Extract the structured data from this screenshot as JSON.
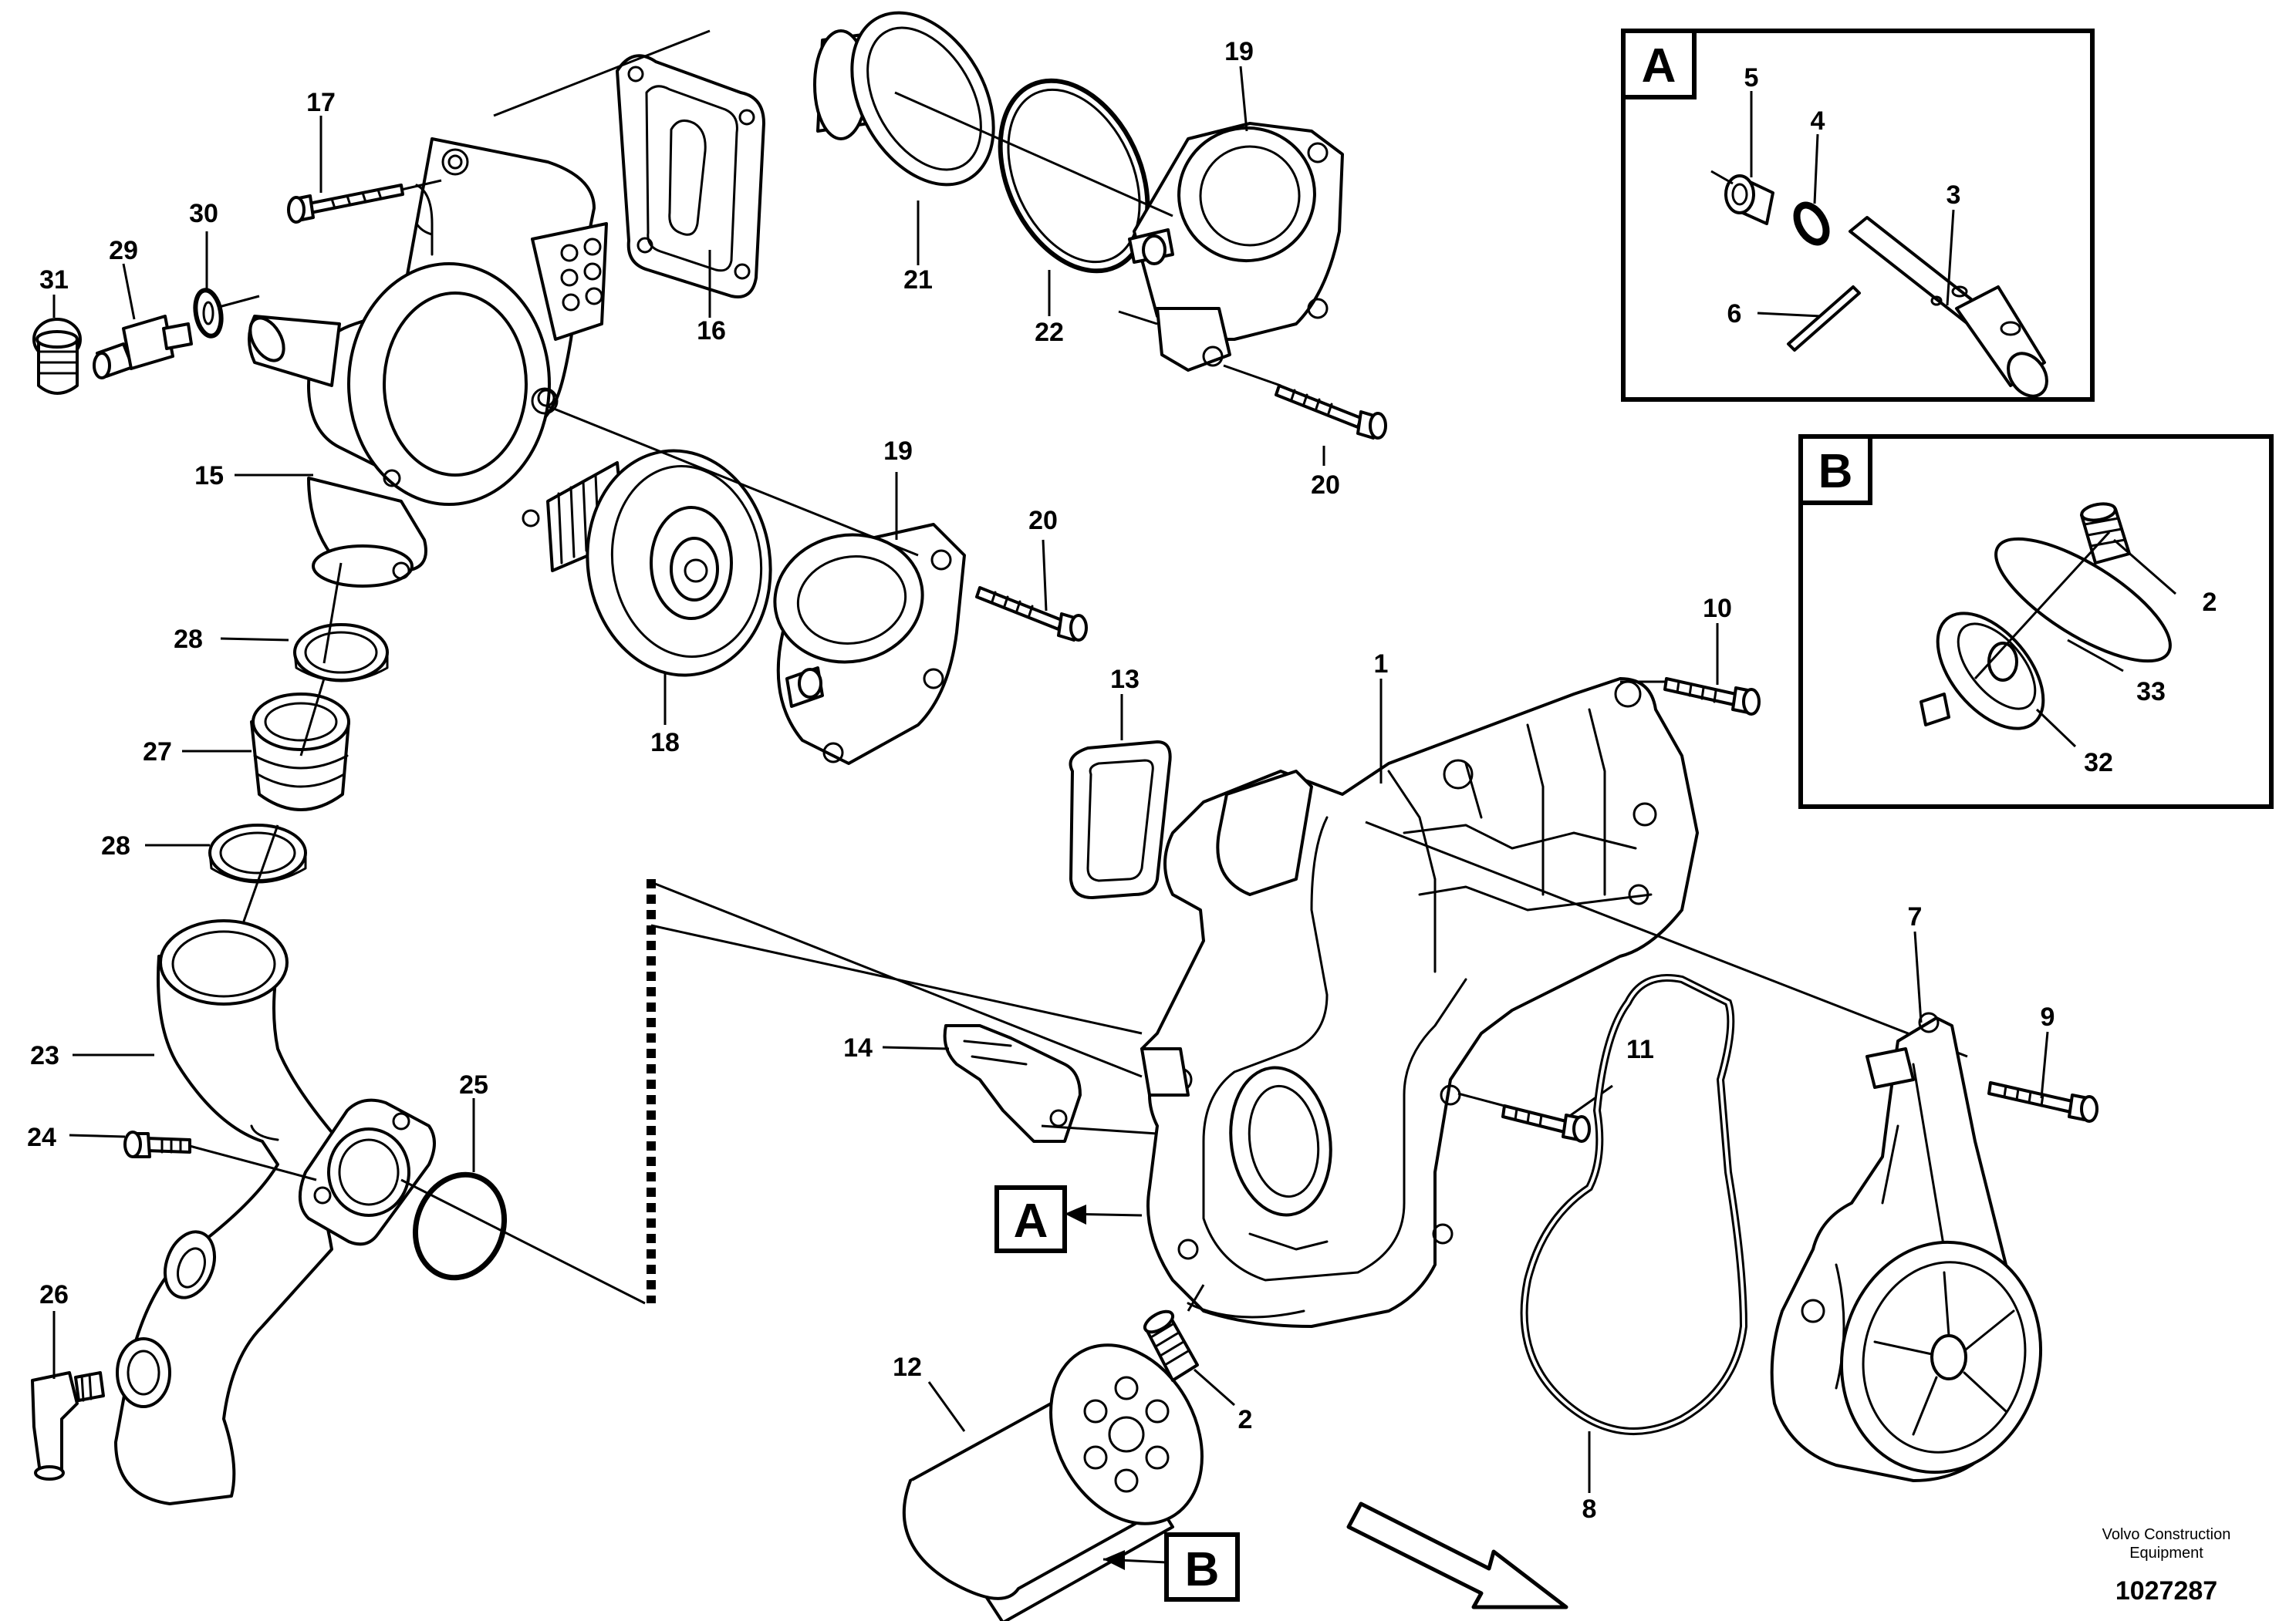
{
  "diagram": {
    "labels": {
      "p1": "1",
      "p2a": "2",
      "p2b": "2",
      "p3": "3",
      "p4": "4",
      "p5": "5",
      "p6": "6",
      "p7": "7",
      "p8": "8",
      "p9": "9",
      "p10": "10",
      "p11": "11",
      "p12": "12",
      "p13": "13",
      "p14": "14",
      "p15": "15",
      "p16": "16",
      "p17": "17",
      "p18": "18",
      "p19a": "19",
      "p19b": "19",
      "p20a": "20",
      "p20b": "20",
      "p21": "21",
      "p22": "22",
      "p23": "23",
      "p24": "24",
      "p25": "25",
      "p26": "26",
      "p27": "27",
      "p28a": "28",
      "p28b": "28",
      "p29": "29",
      "p30": "30",
      "p31": "31",
      "p32": "32",
      "p33": "33"
    },
    "callouts": {
      "detail_a": "A",
      "detail_b": "B",
      "ref_a": "A",
      "ref_b": "B"
    },
    "footer": {
      "company_line1": "Volvo Construction",
      "company_line2": "Equipment",
      "drawing_number": "1027287"
    }
  }
}
